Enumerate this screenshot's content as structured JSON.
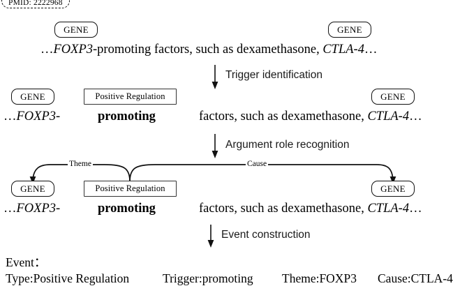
{
  "figure": {
    "title_pmid": "PMID: 2222968",
    "pmid_label": "PMID:",
    "pmid_value": "2222968"
  },
  "rows": {
    "row1": {
      "name": "raw-sentence-row",
      "tags": [
        {
          "label": "GENE",
          "kind": "gene"
        },
        {
          "label": "GENE",
          "kind": "gene"
        }
      ],
      "sentence_prefix": "…",
      "sentence_parts": [
        {
          "text": "FOXP3",
          "style": "italic"
        },
        {
          "text": "-promoting factors, such as dexamethasone, ",
          "style": "normal"
        },
        {
          "text": "CTLA-4",
          "style": "italic"
        },
        {
          "text": "…",
          "style": "normal"
        }
      ]
    },
    "row2": {
      "name": "trigger-row",
      "tags": [
        {
          "label": "GENE",
          "kind": "gene"
        },
        {
          "label": "Positive Regulation",
          "kind": "regulation"
        },
        {
          "label": "GENE",
          "kind": "gene"
        }
      ],
      "seg_left": "…",
      "seg_gene": "FOXP3",
      "seg_dash": "-",
      "seg_trigger": "promoting",
      "seg_mid": "factors, such as dexamethasone, ",
      "seg_gene2": "CTLA-4",
      "seg_end": "…"
    },
    "row3": {
      "name": "argument-row",
      "tags": [
        {
          "label": "GENE",
          "kind": "gene"
        },
        {
          "label": "Positive Regulation",
          "kind": "regulation"
        },
        {
          "label": "GENE",
          "kind": "gene"
        }
      ],
      "arcs": [
        {
          "label": "Theme",
          "from": "Positive Regulation",
          "to": "GENE (FOXP3)"
        },
        {
          "label": "Cause",
          "from": "Positive Regulation",
          "to": "GENE (CTLA-4)"
        }
      ],
      "seg_left": "…",
      "seg_gene": "FOXP3",
      "seg_dash": "-",
      "seg_trigger": "promoting",
      "seg_mid": "factors, such as dexamethasone, ",
      "seg_gene2": "CTLA-4",
      "seg_end": "…"
    }
  },
  "steps": [
    {
      "label": "Trigger identification",
      "icon": "down-arrow-icon"
    },
    {
      "label": "Argument role recognition",
      "icon": "down-arrow-icon"
    },
    {
      "label": "Event construction",
      "icon": "down-arrow-icon"
    }
  ],
  "event": {
    "heading": "Event：",
    "fields": [
      {
        "key": "Type:",
        "value": "Positive Regulation"
      },
      {
        "key": "Trigger:",
        "value": "promoting"
      },
      {
        "key": "Theme:",
        "value": "FOXP3"
      },
      {
        "key": "Cause:",
        "value": "CTLA-4"
      }
    ],
    "field_type": "Type:Positive Regulation",
    "field_trigger": "Trigger:promoting",
    "field_theme": "Theme:FOXP3",
    "field_cause": "Cause:CTLA-4"
  },
  "colors": {
    "ink": "#000000",
    "box_border": "#111111",
    "regulation_border": "#333333",
    "background": "#ffffff"
  }
}
